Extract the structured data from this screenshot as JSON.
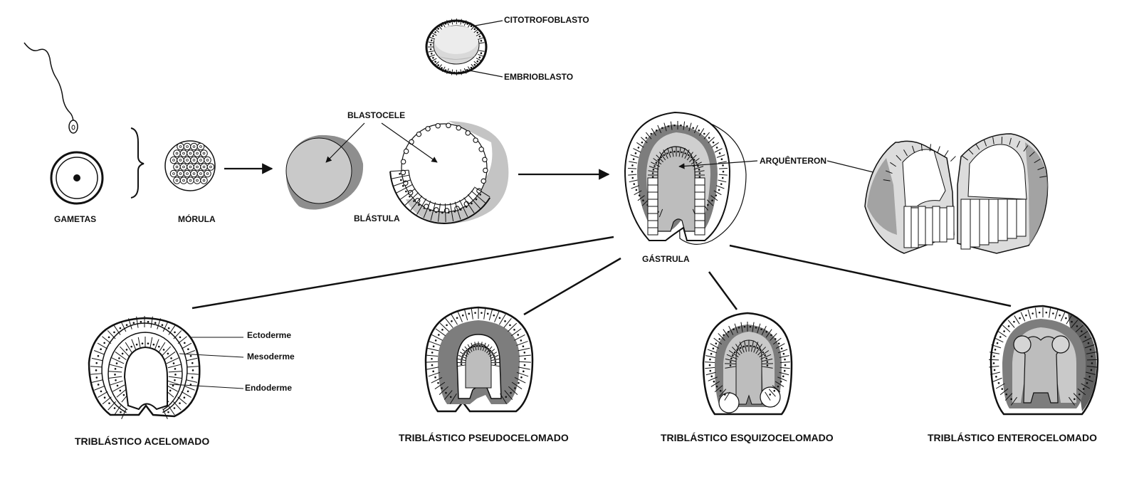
{
  "labels": {
    "citotrofoblasto": "CITOTROFOBLASTO",
    "embrioblasto": "EMBRIOBLASTO",
    "gametas": "GAMETAS",
    "morula": "MÓRULA",
    "blastocele": "BLASTOCELE",
    "blastula": "BLÁSTULA",
    "arquenteron": "ARQUÊNTERON",
    "gastrula": "GÁSTRULA",
    "ectoderme": "Ectoderme",
    "mesoderme": "Mesoderme",
    "endoderme": "Endoderme",
    "acelomado": "TRIBLÁSTICO ACELOMADO",
    "pseudocelomado": "TRIBLÁSTICO PSEUDOCELOMADO",
    "esquizocelomado": "TRIBLÁSTICO ESQUIZOCELOMADO",
    "enterocelomado": "TRIBLÁSTICO ENTEROCELOMADO"
  },
  "colors": {
    "ink": "#111111",
    "mesoderm_gray": "#7d7d7d",
    "light_gray": "#c8c8c8",
    "mid_gray": "#a9a9a9",
    "background": "#ffffff"
  }
}
